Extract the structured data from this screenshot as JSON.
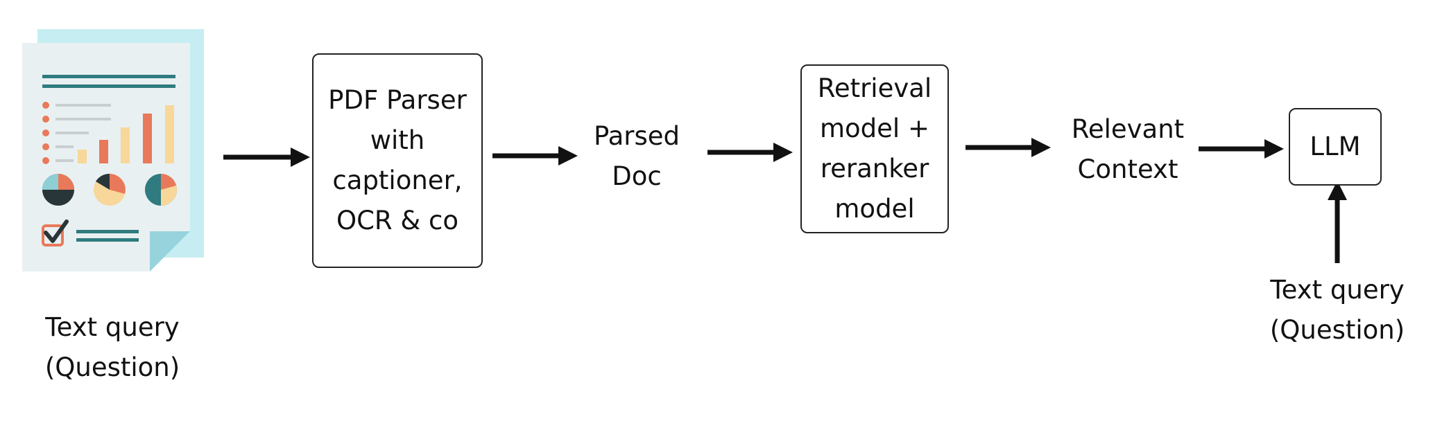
{
  "nodes": {
    "pdf_parser": [
      "PDF Parser",
      "with",
      "captioner,",
      "OCR & co"
    ],
    "parsed_doc": [
      "Parsed",
      "Doc"
    ],
    "retrieval": [
      "Retrieval",
      "model +",
      "reranker",
      "model"
    ],
    "relevant_context": [
      "Relevant",
      "Context"
    ],
    "llm": [
      "LLM"
    ]
  },
  "captions": {
    "document_query": [
      "Text query",
      "(Question)"
    ],
    "llm_query": [
      "Text query",
      "(Question)"
    ]
  },
  "icons": {
    "document": "document-report-icon"
  },
  "colors": {
    "stroke": "#222222",
    "text": "#111111",
    "doc_back": "#c6eef2",
    "doc_front": "#e9f0f1",
    "doc_fold": "#96d3dd",
    "teal": "#2f7b7f",
    "orange": "#e8795a",
    "yellow": "#f7d79a",
    "grey_line": "#c9cfd0",
    "dark": "#28363a"
  }
}
